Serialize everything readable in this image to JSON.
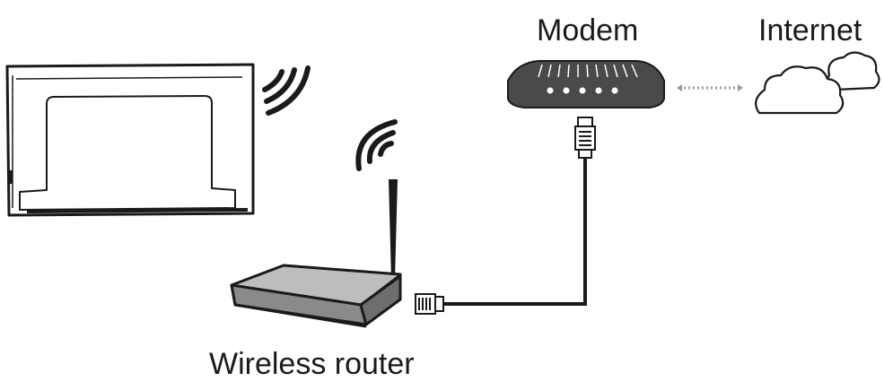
{
  "labels": {
    "modem": "Modem",
    "internet": "Internet",
    "wireless_router": "Wireless router"
  },
  "colors": {
    "line": "#1a1a1a",
    "modem_body": "#4a4a4a",
    "router_top": "#bdbdbd",
    "router_front": "#8a8a8a",
    "tv_back": "#ffffff",
    "link_dots": "#9a9a9a"
  },
  "icons": {
    "tv": "tv-back-icon",
    "router": "wireless-router-icon",
    "modem": "modem-icon",
    "cloud": "cloud-icon",
    "wifi": "wifi-waves-icon",
    "plug": "ethernet-plug-icon"
  }
}
